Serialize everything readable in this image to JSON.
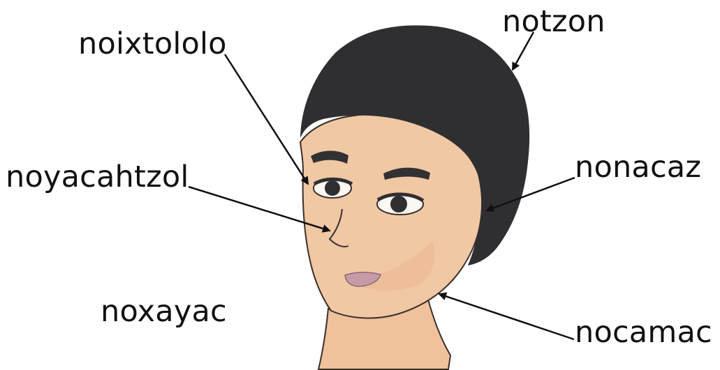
{
  "labels": {
    "hair": "notzon",
    "eye": "noixtololo",
    "ear": "nonacaz",
    "nose": "noyacahtzol",
    "face": "noxayac",
    "neck": "nocamac"
  },
  "colors": {
    "skin": "#f1c8a4",
    "skin_shadow": "#e6ab86",
    "hair": "#2f2f31",
    "lip": "#c79aa7",
    "outline": "#3b2f2a",
    "arrow": "#111111"
  }
}
